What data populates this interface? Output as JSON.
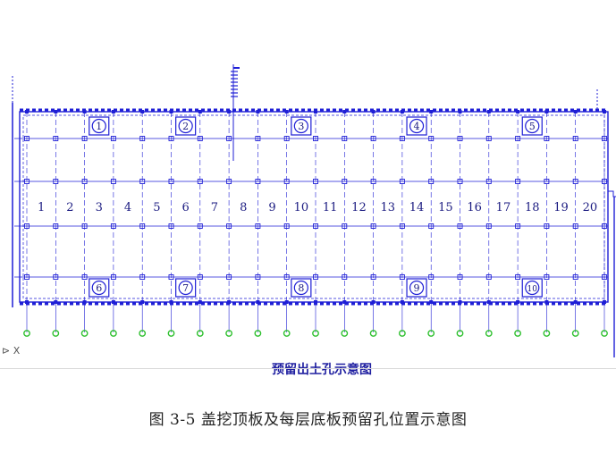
{
  "drawing": {
    "title": "预留出土孔示意图",
    "axis_label": "X",
    "bay_labels": [
      "1",
      "2",
      "3",
      "4",
      "5",
      "6",
      "7",
      "8",
      "9",
      "10",
      "11",
      "12",
      "13",
      "14",
      "15",
      "16",
      "17",
      "18",
      "19",
      "20"
    ],
    "top_holes": [
      "1",
      "2",
      "3",
      "4",
      "5"
    ],
    "bottom_holes": [
      "6",
      "7",
      "8",
      "9",
      "10"
    ],
    "colors": {
      "line": "#1f1fd6",
      "text": "#1a1a80",
      "marker": "#2ec02e",
      "title": "#1e1ea0"
    }
  },
  "caption": "图 3-5  盖挖顶板及每层底板预留孔位置示意图"
}
